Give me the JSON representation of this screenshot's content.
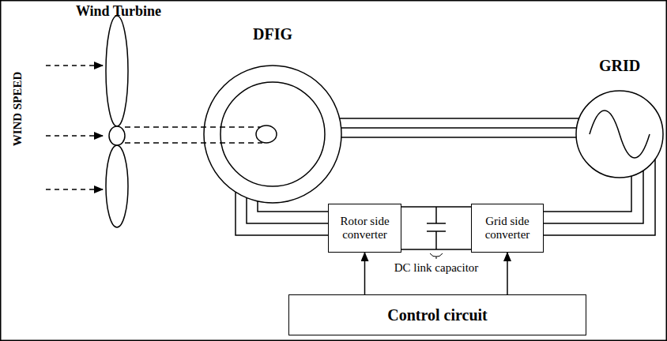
{
  "diagram": {
    "nodes": [
      {
        "text": [
          "DFIG"
        ]
      },
      {
        "text": [
          "GRID"
        ]
      },
      {
        "text": [
          "Rotor side converter"
        ]
      },
      {
        "text": [
          "Grid side converter"
        ]
      },
      {
        "text": [
          "Control circuit"
        ]
      }
    ],
    "edges": [
      {
        "from": 0,
        "to": 1,
        "arrow": "none"
      },
      {
        "from": 0,
        "to": 2,
        "arrow": "none"
      },
      {
        "from": 2,
        "to": 3,
        "arrow": "none"
      },
      {
        "from": 3,
        "to": 1,
        "arrow": "none"
      },
      {
        "from": 4,
        "to": 2,
        "arrow": "to"
      },
      {
        "from": 4,
        "to": 3,
        "arrow": "to"
      }
    ],
    "labels": [
      "Wind Turbine",
      "WIND SPEED",
      "DC link capacitor"
    ]
  }
}
